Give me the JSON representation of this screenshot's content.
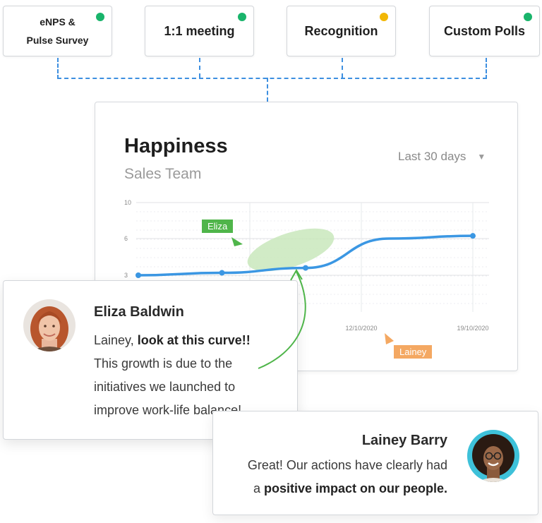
{
  "top_cards": [
    {
      "line1": "eNPS &",
      "line2": "Pulse Survey",
      "status_color": "#19b46b"
    },
    {
      "label": "1:1 meeting",
      "status_color": "#19b46b"
    },
    {
      "label": "Recognition",
      "status_color": "#f2b705"
    },
    {
      "label": "Custom Polls",
      "status_color": "#19b46b"
    }
  ],
  "panel": {
    "title": "Happiness",
    "subtitle": "Sales Team",
    "range": "Last 30 days"
  },
  "chart_data": {
    "type": "line",
    "y_ticks": [
      "10",
      "6",
      "3"
    ],
    "ylim": [
      0,
      10
    ],
    "x_ticks": [
      "12/10/2020",
      "19/10/2020"
    ],
    "series": [
      {
        "values": [
          3.0,
          3.2,
          3.6,
          6.0,
          6.3
        ],
        "color": "#3b97e3"
      }
    ],
    "annotations": [
      {
        "label": "Eliza",
        "color": "#4fb54a"
      },
      {
        "label": "Lainey",
        "color": "#f4a862"
      }
    ],
    "highlight_color": "#c9e8bc",
    "grid": true
  },
  "eliza": {
    "name": "Eliza Baldwin",
    "msg_prefix": "Lainey, ",
    "msg_bold": "look at this curve!!",
    "msg_line2": "This growth is due to the",
    "msg_line3": "initiatives we launched to",
    "msg_line4": "improve work-life balance!"
  },
  "lainey": {
    "name": "Lainey Barry",
    "msg_line1": "Great! Our actions have clearly had",
    "msg_prefix": "a ",
    "msg_bold": "positive impact on our people."
  }
}
